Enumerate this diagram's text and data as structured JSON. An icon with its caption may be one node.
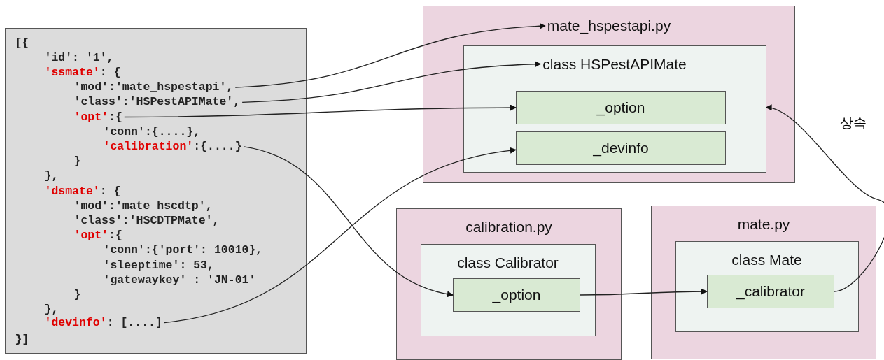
{
  "diagram": {
    "nodes": [
      {
        "text": [],
        "shape": "box"
      },
      {
        "text": [
          "[{"
        ],
        "in": 0
      },
      {
        "text": [
          "'id': '1',"
        ],
        "in": 0
      },
      {
        "text": [
          "'ssmate': {"
        ],
        "in": 0
      },
      {
        "text": [
          "'mod':'mate_hspestapi',"
        ],
        "in": 0
      },
      {
        "text": [
          "'class':'HSPestAPIMate',"
        ],
        "in": 0
      },
      {
        "text": [
          "'opt':{"
        ],
        "in": 0
      },
      {
        "text": [
          "'conn':{....},"
        ],
        "in": 0
      },
      {
        "text": [
          "'calibration':{....}"
        ],
        "in": 0
      },
      {
        "text": [
          "}"
        ],
        "in": 0
      },
      {
        "text": [
          "},"
        ],
        "in": 0
      },
      {
        "text": [
          "'dsmate': {"
        ],
        "in": 0
      },
      {
        "text": [
          "'mod':'mate_hscdtp',"
        ],
        "in": 0
      },
      {
        "text": [
          "'class':'HSCDTPMate',"
        ],
        "in": 0
      },
      {
        "text": [
          "'opt':{"
        ],
        "in": 0
      },
      {
        "text": [
          "'conn':{'port': 10010},"
        ],
        "in": 0
      },
      {
        "text": [
          "'sleeptime': 53,"
        ],
        "in": 0
      },
      {
        "text": [
          "'gatewaykey' : 'JN-01'"
        ],
        "in": 0
      },
      {
        "text": [
          "}"
        ],
        "in": 0
      },
      {
        "text": [
          "},"
        ],
        "in": 0
      },
      {
        "text": [
          "'devinfo': [....]"
        ],
        "in": 0
      },
      {
        "text": [
          "}]"
        ],
        "in": 0
      },
      {
        "text": [
          "mate_hspestapi.py"
        ]
      },
      {
        "text": [
          "class HSPestAPIMate"
        ],
        "in": 22
      },
      {
        "text": [
          "_option"
        ],
        "in": 23
      },
      {
        "text": [
          "_devinfo"
        ],
        "in": 23
      },
      {
        "text": [
          "calibration.py"
        ]
      },
      {
        "text": [
          "class Calibrator"
        ],
        "in": 26
      },
      {
        "text": [
          "_option"
        ],
        "in": 27
      },
      {
        "text": [
          "mate.py"
        ]
      },
      {
        "text": [
          "class Mate"
        ],
        "in": 29
      },
      {
        "text": [
          "_calibrator"
        ],
        "in": 30
      }
    ],
    "edges": [
      {
        "from": 4,
        "to": 22,
        "arrow": "to"
      },
      {
        "from": 5,
        "to": 23,
        "arrow": "to"
      },
      {
        "from": 6,
        "to": 24,
        "arrow": "to"
      },
      {
        "from": 8,
        "to": 28,
        "arrow": "to"
      },
      {
        "from": 20,
        "to": 25,
        "arrow": "to"
      },
      {
        "from": 28,
        "to": 31,
        "arrow": "to"
      },
      {
        "from": 31,
        "to": 23,
        "arrow": "to",
        "label": "상속"
      }
    ]
  }
}
